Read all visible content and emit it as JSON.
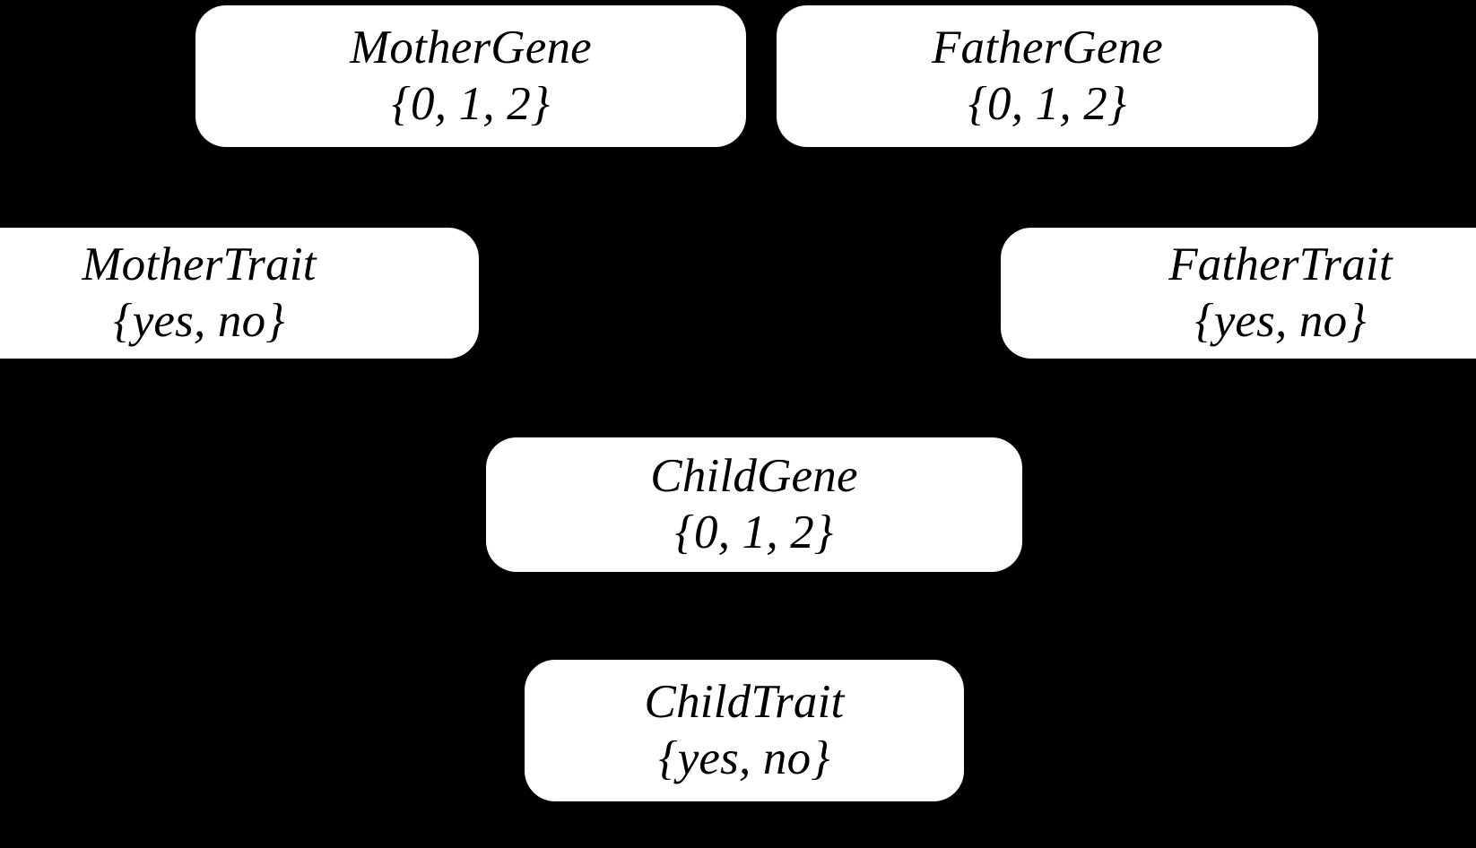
{
  "diagram": {
    "type": "bayesian-network",
    "background_color": "#000000",
    "node_color": "#ffffff",
    "text_color": "#000000",
    "nodes": [
      {
        "id": "mother-gene",
        "name": "MotherGene",
        "domain": "{0, 1, 2}",
        "values": [
          "0",
          "1",
          "2"
        ]
      },
      {
        "id": "father-gene",
        "name": "FatherGene",
        "domain": "{0, 1, 2}",
        "values": [
          "0",
          "1",
          "2"
        ]
      },
      {
        "id": "mother-trait",
        "name": "MotherTrait",
        "domain": "{yes, no}",
        "values": [
          "yes",
          "no"
        ]
      },
      {
        "id": "father-trait",
        "name": "FatherTrait",
        "domain": "{yes, no}",
        "values": [
          "yes",
          "no"
        ]
      },
      {
        "id": "child-gene",
        "name": "ChildGene",
        "domain": "{0, 1, 2}",
        "values": [
          "0",
          "1",
          "2"
        ]
      },
      {
        "id": "child-trait",
        "name": "ChildTrait",
        "domain": "{yes, no}",
        "values": [
          "yes",
          "no"
        ]
      }
    ]
  }
}
